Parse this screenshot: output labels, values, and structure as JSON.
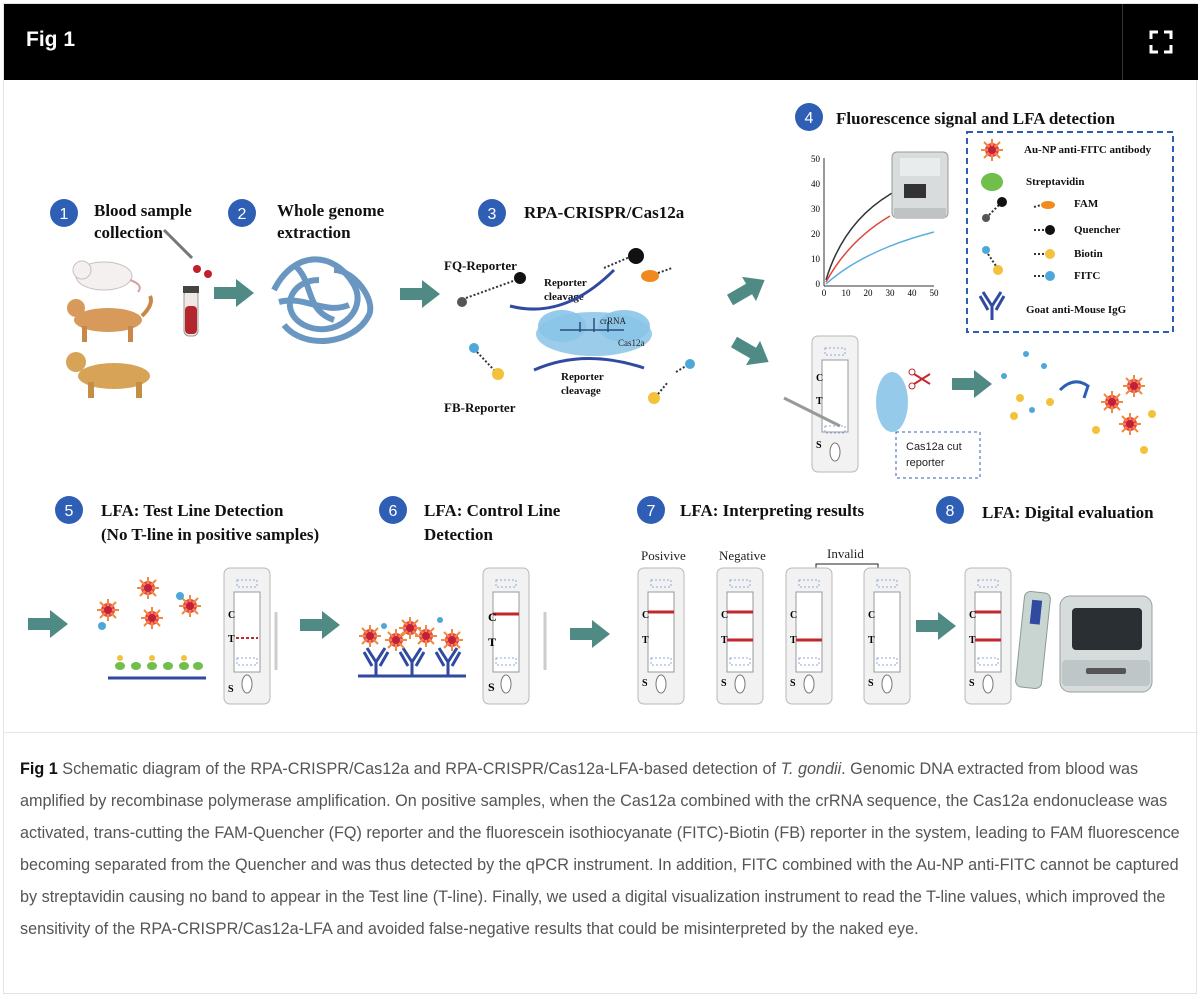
{
  "header": {
    "title": "Fig 1",
    "expand_icon": "fullscreen-expand-icon"
  },
  "steps": [
    {
      "number": "1",
      "title_line1": "Blood sample",
      "title_line2": "collection"
    },
    {
      "number": "2",
      "title_line1": "Whole genome",
      "title_line2": "extraction"
    },
    {
      "number": "3",
      "title_line1": "RPA-CRISPR/Cas12a",
      "title_line2": ""
    },
    {
      "number": "4",
      "title_line1": "Fluorescence signal and LFA detection",
      "title_line2": ""
    },
    {
      "number": "5",
      "title_line1": "LFA: Test Line Detection",
      "title_line2": "(No T-line in positive samples)"
    },
    {
      "number": "6",
      "title_line1": "LFA: Control Line",
      "title_line2": "Detection"
    },
    {
      "number": "7",
      "title_line1": "LFA: Interpreting results",
      "title_line2": ""
    },
    {
      "number": "8",
      "title_line1": "LFA: Digital evaluation",
      "title_line2": ""
    }
  ],
  "reporters": {
    "fq": "FQ-Reporter",
    "fb": "FB-Reporter",
    "cleavage_top_1": "Reporter",
    "cleavage_top_2": "cleavage",
    "cleavage_bottom_1": "Reporter",
    "cleavage_bottom_2": "cleavage",
    "crrna": "crRNA",
    "cas12a": "Cas12a"
  },
  "legend": {
    "items": [
      "Au-NP anti-FITC antibody",
      "Streptavidin",
      "FAM",
      "Quencher",
      "Biotin",
      "FITC",
      "Goat anti-Mouse IgG"
    ]
  },
  "chart": {
    "y_ticks": [
      "50",
      "40",
      "30",
      "20",
      "10",
      "0"
    ],
    "x_ticks": [
      "0",
      "10",
      "20",
      "30",
      "40",
      "50"
    ]
  },
  "strip_labels": {
    "c": "C",
    "t": "T",
    "s": "S"
  },
  "cut_box": {
    "line1": "Cas12a cut",
    "line2": "reporter"
  },
  "results": {
    "positive": "Posivive",
    "negative": "Negative",
    "invalid": "Invalid"
  },
  "caption": {
    "label": "Fig 1",
    "text_before_italic": " Schematic diagram of the RPA-CRISPR/Cas12a and RPA-CRISPR/Cas12a-LFA-based detection of ",
    "italic": "T. gondii",
    "text_after_italic": ". Genomic DNA extracted from blood was amplified by recombinase polymerase amplification. On positive samples, when the Cas12a combined with the crRNA sequence, the Cas12a endonuclease was activated, trans-cutting the FAM-Quencher (FQ) reporter and the fluorescein isothiocyanate (FITC)-Biotin (FB) reporter in the system, leading to FAM fluorescence becoming separated from the Quencher and was thus detected by the qPCR instrument. In addition, FITC combined with the Au-NP anti-FITC cannot be captured by streptavidin causing no band to appear in the Test line (T-line). Finally, we used a digital visualization instrument to read the T-line values, which improved the sensitivity of the RPA-CRISPR/Cas12a-LFA and avoided false-negative results that could be misinterpreted by the naked eye."
  },
  "colors": {
    "badge": "#2f5fb4",
    "arrow": "#4f8a85",
    "line_red": "#c2272d",
    "igg_blue": "#2f4aa0"
  }
}
